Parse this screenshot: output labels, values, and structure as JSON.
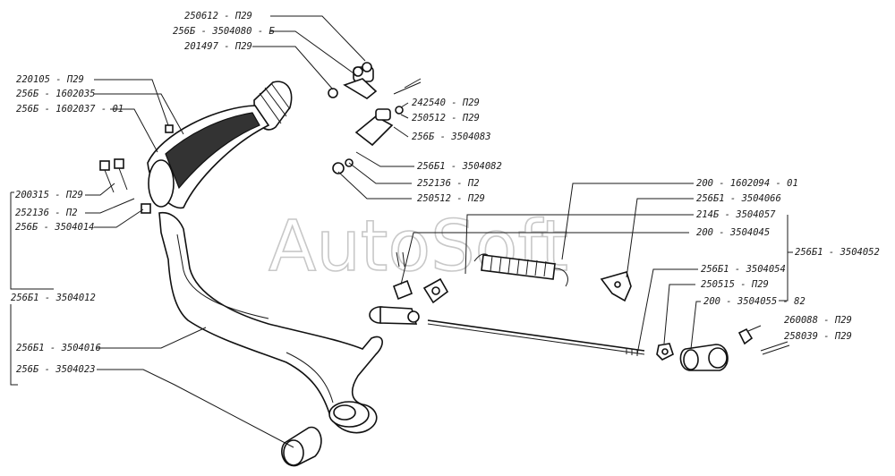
{
  "watermark": "AutoSoft",
  "labels": {
    "l250612": "250612 - П29",
    "l3504080": "256Б - 3504080 - Б",
    "l201497": "201497 - П29",
    "l220105": "220105 - П29",
    "l1602035": "256Б - 1602035",
    "l1602037": "256Б - 1602037 - 01",
    "l242540": "242540 - П29",
    "l250512a": "250512 - П29",
    "l3504083": "256Б - 3504083",
    "l3504082": "256Б1 - 3504082",
    "l252136a": "252136 - П2",
    "l250512b": "250512 - П29",
    "l200315": "200315 - П29",
    "l252136b": "252136 - П2",
    "l3504014": "256Б - 3504014",
    "l3504012": "256Б1 - 3504012",
    "l1602094": "200 - 1602094 - 01",
    "l3504066": "256Б1 - 3504066",
    "l3504057": "214Б - 3504057",
    "l3504045": "200 - 3504045",
    "l3504052": "256Б1 - 3504052",
    "l3504054": "256Б1 - 3504054",
    "l250515": "250515 - П29",
    "l3504055": "200 - 3504055 - 82",
    "l260088": "260088 - П29",
    "l258039": "258039 - П29",
    "l3504016": "256Б1 - 3504016",
    "l3504023": "256Б - 3504023"
  }
}
